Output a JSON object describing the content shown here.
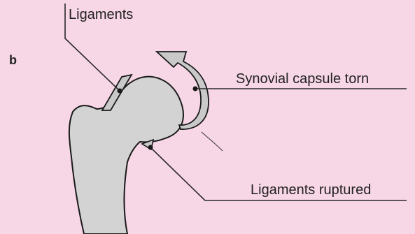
{
  "figure": {
    "panel_letter": "b",
    "labels": {
      "ligaments": "Ligaments",
      "capsule": "Synovial capsule torn",
      "ruptured": "Ligaments ruptured"
    },
    "colors": {
      "background": "#f7d6e5",
      "bone_fill": "#d3d3d3",
      "outline": "#1a1a1a",
      "leader": "#2a2a2a"
    }
  }
}
